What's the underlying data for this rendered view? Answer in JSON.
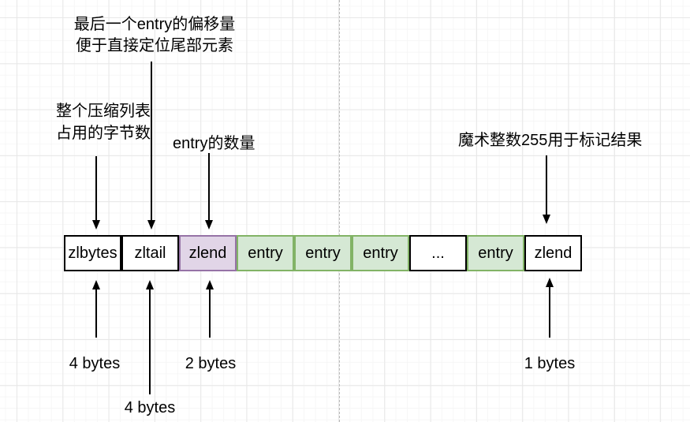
{
  "notes": {
    "zltail": {
      "line1": "最后一个entry的偏移量",
      "line2": "便于直接定位尾部元素"
    },
    "zlbytes": {
      "line1": "整个压缩列表",
      "line2": "占用的字节数"
    },
    "entry_count": "entry的数量",
    "magic": "魔术整数255用于标记结果"
  },
  "boxes": [
    {
      "label": "zlbytes",
      "style": "plain"
    },
    {
      "label": "zltail",
      "style": "plain"
    },
    {
      "label": "zlend",
      "style": "purple"
    },
    {
      "label": "entry",
      "style": "green"
    },
    {
      "label": "entry",
      "style": "green"
    },
    {
      "label": "entry",
      "style": "green"
    },
    {
      "label": "...",
      "style": "plain"
    },
    {
      "label": "entry",
      "style": "green"
    },
    {
      "label": "zlend",
      "style": "plain"
    }
  ],
  "size_labels": {
    "zlbytes": "4 bytes",
    "zltail": "4 bytes",
    "zlend": "2 bytes",
    "zlend_tail": "1 bytes"
  },
  "colors": {
    "purple_fill": "#e1d5e7",
    "purple_border": "#9673a6",
    "green_fill": "#d5e8d4",
    "green_border": "#82b366"
  }
}
